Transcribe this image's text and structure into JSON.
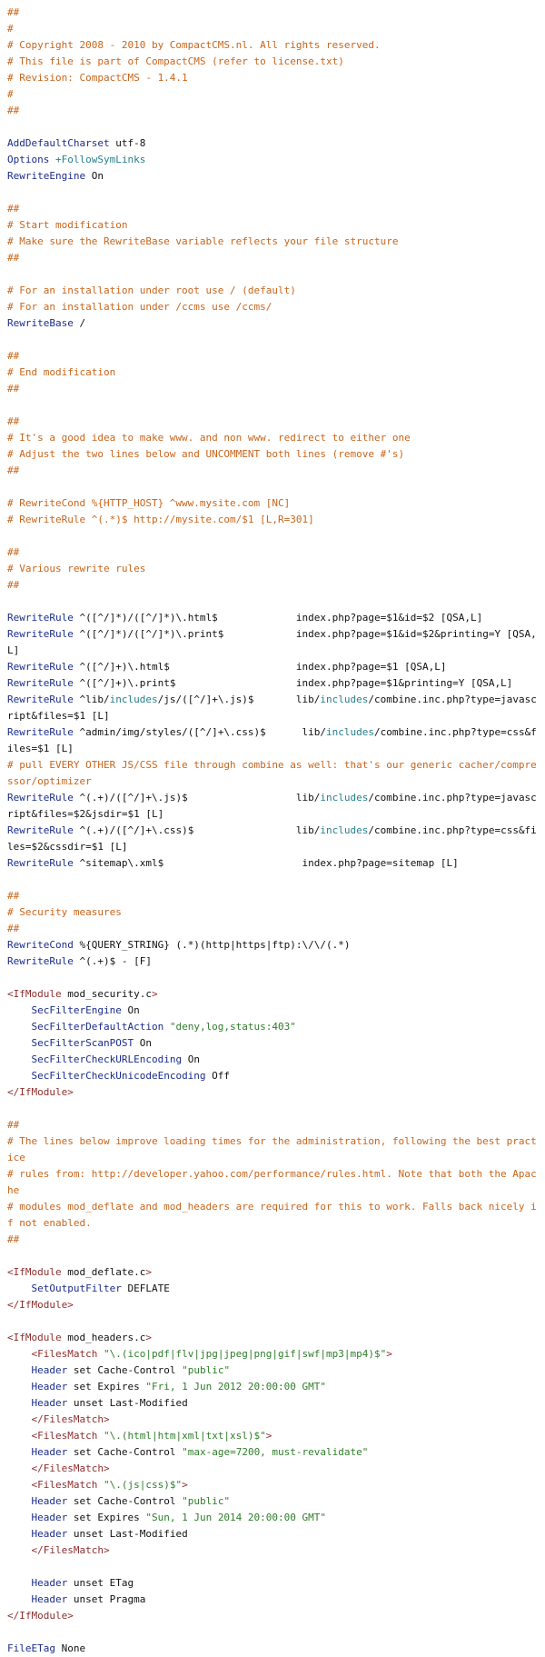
{
  "colors": {
    "background": "#ffffff",
    "text": "#111111",
    "comment": "#c8651b",
    "directive": "#1a2c8c",
    "accent": "#267f8d",
    "tag": "#8e2e2e",
    "string": "#2f7d2a"
  },
  "lines": [
    {
      "name": "comment-line",
      "segments": [
        {
          "c": "cm",
          "t": "##"
        }
      ]
    },
    {
      "name": "comment-line",
      "segments": [
        {
          "c": "cm",
          "t": "#"
        }
      ]
    },
    {
      "name": "comment-line",
      "segments": [
        {
          "c": "cm",
          "t": "# Copyright 2008 - 2010 by CompactCMS.nl. All rights reserved."
        }
      ]
    },
    {
      "name": "comment-line",
      "segments": [
        {
          "c": "cm",
          "t": "# This file is part of CompactCMS (refer to license.txt)"
        }
      ]
    },
    {
      "name": "comment-line",
      "segments": [
        {
          "c": "cm",
          "t": "# Revision: CompactCMS - 1.4.1"
        }
      ]
    },
    {
      "name": "comment-line",
      "segments": [
        {
          "c": "cm",
          "t": "#"
        }
      ]
    },
    {
      "name": "comment-line",
      "segments": [
        {
          "c": "cm",
          "t": "##"
        }
      ]
    },
    {
      "name": "blank-line",
      "segments": []
    },
    {
      "name": "directive-line",
      "segments": [
        {
          "c": "kw",
          "t": "AddDefaultCharset"
        },
        {
          "c": "tx",
          "t": " utf-8"
        }
      ]
    },
    {
      "name": "directive-line",
      "segments": [
        {
          "c": "kw",
          "t": "Options"
        },
        {
          "c": "tx",
          "t": " "
        },
        {
          "c": "ac",
          "t": "+FollowSymLinks"
        }
      ]
    },
    {
      "name": "directive-line",
      "segments": [
        {
          "c": "kw",
          "t": "RewriteEngine"
        },
        {
          "c": "tx",
          "t": " On"
        }
      ]
    },
    {
      "name": "blank-line",
      "segments": []
    },
    {
      "name": "comment-line",
      "segments": [
        {
          "c": "cm",
          "t": "##"
        }
      ]
    },
    {
      "name": "comment-line",
      "segments": [
        {
          "c": "cm",
          "t": "# Start modification"
        }
      ]
    },
    {
      "name": "comment-line",
      "segments": [
        {
          "c": "cm",
          "t": "# Make sure the RewriteBase variable reflects your file structure"
        }
      ]
    },
    {
      "name": "comment-line",
      "segments": [
        {
          "c": "cm",
          "t": "##"
        }
      ]
    },
    {
      "name": "blank-line",
      "segments": []
    },
    {
      "name": "comment-line",
      "segments": [
        {
          "c": "cm",
          "t": "# For an installation under root use / (default)"
        }
      ]
    },
    {
      "name": "comment-line",
      "segments": [
        {
          "c": "cm",
          "t": "# For an installation under /ccms use /ccms/"
        }
      ]
    },
    {
      "name": "directive-line",
      "segments": [
        {
          "c": "kw",
          "t": "RewriteBase"
        },
        {
          "c": "tx",
          "t": " /"
        }
      ]
    },
    {
      "name": "blank-line",
      "segments": []
    },
    {
      "name": "comment-line",
      "segments": [
        {
          "c": "cm",
          "t": "##"
        }
      ]
    },
    {
      "name": "comment-line",
      "segments": [
        {
          "c": "cm",
          "t": "# End modification"
        }
      ]
    },
    {
      "name": "comment-line",
      "segments": [
        {
          "c": "cm",
          "t": "##"
        }
      ]
    },
    {
      "name": "blank-line",
      "segments": []
    },
    {
      "name": "comment-line",
      "segments": [
        {
          "c": "cm",
          "t": "##"
        }
      ]
    },
    {
      "name": "comment-line",
      "segments": [
        {
          "c": "cm",
          "t": "# It's a good idea to make www. and non www. redirect to either one"
        }
      ]
    },
    {
      "name": "comment-line",
      "segments": [
        {
          "c": "cm",
          "t": "# Adjust the two lines below and UNCOMMENT both lines (remove #'s)"
        }
      ]
    },
    {
      "name": "comment-line",
      "segments": [
        {
          "c": "cm",
          "t": "##"
        }
      ]
    },
    {
      "name": "blank-line",
      "segments": []
    },
    {
      "name": "comment-line",
      "segments": [
        {
          "c": "cm",
          "t": "# RewriteCond %{HTTP_HOST} ^www.mysite.com [NC]"
        }
      ]
    },
    {
      "name": "comment-line",
      "segments": [
        {
          "c": "cm",
          "t": "# RewriteRule ^(.*)$ http://mysite.com/$1 [L,R=301]"
        }
      ]
    },
    {
      "name": "blank-line",
      "segments": []
    },
    {
      "name": "comment-line",
      "segments": [
        {
          "c": "cm",
          "t": "##"
        }
      ]
    },
    {
      "name": "comment-line",
      "segments": [
        {
          "c": "cm",
          "t": "# Various rewrite rules"
        }
      ]
    },
    {
      "name": "comment-line",
      "segments": [
        {
          "c": "cm",
          "t": "##"
        }
      ]
    },
    {
      "name": "blank-line",
      "segments": []
    },
    {
      "name": "directive-line",
      "segments": [
        {
          "c": "kw",
          "t": "RewriteRule"
        },
        {
          "c": "tx",
          "t": " ^([^/]*)/([^/]*)\\.html$             index.php?page=$1&id=$2 [QSA,L]"
        }
      ]
    },
    {
      "name": "directive-line",
      "segments": [
        {
          "c": "kw",
          "t": "RewriteRule"
        },
        {
          "c": "tx",
          "t": " ^([^/]*)/([^/]*)\\.print$            index.php?page=$1&id=$2&printing=Y [QSA,L]"
        }
      ]
    },
    {
      "name": "directive-line",
      "segments": [
        {
          "c": "kw",
          "t": "RewriteRule"
        },
        {
          "c": "tx",
          "t": " ^([^/]+)\\.html$                     index.php?page=$1 [QSA,L]"
        }
      ]
    },
    {
      "name": "directive-line",
      "segments": [
        {
          "c": "kw",
          "t": "RewriteRule"
        },
        {
          "c": "tx",
          "t": " ^([^/]+)\\.print$                    index.php?page=$1&printing=Y [QSA,L]"
        }
      ]
    },
    {
      "name": "directive-line",
      "segments": [
        {
          "c": "kw",
          "t": "RewriteRule"
        },
        {
          "c": "tx",
          "t": " ^lib/"
        },
        {
          "c": "ac",
          "t": "includes"
        },
        {
          "c": "tx",
          "t": "/js/([^/]+\\.js)$       lib/"
        },
        {
          "c": "ac",
          "t": "includes"
        },
        {
          "c": "tx",
          "t": "/combine.inc.php?type=javascript&files=$1 [L]"
        }
      ]
    },
    {
      "name": "directive-line",
      "segments": [
        {
          "c": "kw",
          "t": "RewriteRule"
        },
        {
          "c": "tx",
          "t": " ^admin/img/styles/([^/]+\\.css)$      lib/"
        },
        {
          "c": "ac",
          "t": "includes"
        },
        {
          "c": "tx",
          "t": "/combine.inc.php?type=css&files=$1 [L]"
        }
      ]
    },
    {
      "name": "comment-line",
      "segments": [
        {
          "c": "cm",
          "t": "# pull EVERY OTHER JS/CSS file through combine as well: that's our generic cacher/compressor/optimizer"
        }
      ]
    },
    {
      "name": "directive-line",
      "segments": [
        {
          "c": "kw",
          "t": "RewriteRule"
        },
        {
          "c": "tx",
          "t": " ^(.+)/([^/]+\\.js)$                  lib/"
        },
        {
          "c": "ac",
          "t": "includes"
        },
        {
          "c": "tx",
          "t": "/combine.inc.php?type=javascript&files=$2&jsdir=$1 [L]"
        }
      ]
    },
    {
      "name": "directive-line",
      "segments": [
        {
          "c": "kw",
          "t": "RewriteRule"
        },
        {
          "c": "tx",
          "t": " ^(.+)/([^/]+\\.css)$                 lib/"
        },
        {
          "c": "ac",
          "t": "includes"
        },
        {
          "c": "tx",
          "t": "/combine.inc.php?type=css&files=$2&cssdir=$1 [L]"
        }
      ]
    },
    {
      "name": "directive-line",
      "segments": [
        {
          "c": "kw",
          "t": "RewriteRule"
        },
        {
          "c": "tx",
          "t": " ^sitemap\\.xml$                       index.php?page=sitemap [L]"
        }
      ]
    },
    {
      "name": "blank-line",
      "segments": []
    },
    {
      "name": "comment-line",
      "segments": [
        {
          "c": "cm",
          "t": "##"
        }
      ]
    },
    {
      "name": "comment-line",
      "segments": [
        {
          "c": "cm",
          "t": "# Security measures"
        }
      ]
    },
    {
      "name": "comment-line",
      "segments": [
        {
          "c": "cm",
          "t": "##"
        }
      ]
    },
    {
      "name": "directive-line",
      "segments": [
        {
          "c": "kw",
          "t": "RewriteCond"
        },
        {
          "c": "tx",
          "t": " %{QUERY_STRING} (.*)(http|https|ftp):\\/\\/(.*)"
        }
      ]
    },
    {
      "name": "directive-line",
      "segments": [
        {
          "c": "kw",
          "t": "RewriteRule"
        },
        {
          "c": "tx",
          "t": " ^(.+)$ - [F]"
        }
      ]
    },
    {
      "name": "blank-line",
      "segments": []
    },
    {
      "name": "tag-line",
      "segments": [
        {
          "c": "tg",
          "t": "<IfModule"
        },
        {
          "c": "tx",
          "t": " mod_security.c"
        },
        {
          "c": "tg",
          "t": ">"
        }
      ]
    },
    {
      "name": "directive-line",
      "segments": [
        {
          "c": "tx",
          "t": "    "
        },
        {
          "c": "kw",
          "t": "SecFilterEngine"
        },
        {
          "c": "tx",
          "t": " On"
        }
      ]
    },
    {
      "name": "directive-line",
      "segments": [
        {
          "c": "tx",
          "t": "    "
        },
        {
          "c": "kw",
          "t": "SecFilterDefaultAction"
        },
        {
          "c": "tx",
          "t": " "
        },
        {
          "c": "st",
          "t": "\"deny,log,status:403\""
        }
      ]
    },
    {
      "name": "directive-line",
      "segments": [
        {
          "c": "tx",
          "t": "    "
        },
        {
          "c": "kw",
          "t": "SecFilterScanPOST"
        },
        {
          "c": "tx",
          "t": " On"
        }
      ]
    },
    {
      "name": "directive-line",
      "segments": [
        {
          "c": "tx",
          "t": "    "
        },
        {
          "c": "kw",
          "t": "SecFilterCheckURLEncoding"
        },
        {
          "c": "tx",
          "t": " On"
        }
      ]
    },
    {
      "name": "directive-line",
      "segments": [
        {
          "c": "tx",
          "t": "    "
        },
        {
          "c": "kw",
          "t": "SecFilterCheckUnicodeEncoding"
        },
        {
          "c": "tx",
          "t": " Off"
        }
      ]
    },
    {
      "name": "tag-line",
      "segments": [
        {
          "c": "tg",
          "t": "</IfModule>"
        }
      ]
    },
    {
      "name": "blank-line",
      "segments": []
    },
    {
      "name": "comment-line",
      "segments": [
        {
          "c": "cm",
          "t": "##"
        }
      ]
    },
    {
      "name": "comment-line",
      "segments": [
        {
          "c": "cm",
          "t": "# The lines below improve loading times for the administration, following the best practice"
        }
      ]
    },
    {
      "name": "comment-line",
      "segments": [
        {
          "c": "cm",
          "t": "# rules from: http://developer.yahoo.com/performance/rules.html. Note that both the Apache"
        }
      ]
    },
    {
      "name": "comment-line",
      "segments": [
        {
          "c": "cm",
          "t": "# modules mod_deflate and mod_headers are required for this to work. Falls back nicely if not enabled."
        }
      ]
    },
    {
      "name": "comment-line",
      "segments": [
        {
          "c": "cm",
          "t": "##"
        }
      ]
    },
    {
      "name": "blank-line",
      "segments": []
    },
    {
      "name": "tag-line",
      "segments": [
        {
          "c": "tg",
          "t": "<IfModule"
        },
        {
          "c": "tx",
          "t": " mod_deflate.c"
        },
        {
          "c": "tg",
          "t": ">"
        }
      ]
    },
    {
      "name": "directive-line",
      "segments": [
        {
          "c": "tx",
          "t": "    "
        },
        {
          "c": "kw",
          "t": "SetOutputFilter"
        },
        {
          "c": "tx",
          "t": " DEFLATE"
        }
      ]
    },
    {
      "name": "tag-line",
      "segments": [
        {
          "c": "tg",
          "t": "</IfModule>"
        }
      ]
    },
    {
      "name": "blank-line",
      "segments": []
    },
    {
      "name": "tag-line",
      "segments": [
        {
          "c": "tg",
          "t": "<IfModule"
        },
        {
          "c": "tx",
          "t": " mod_headers.c"
        },
        {
          "c": "tg",
          "t": ">"
        }
      ]
    },
    {
      "name": "tag-line",
      "segments": [
        {
          "c": "tx",
          "t": "    "
        },
        {
          "c": "tg",
          "t": "<FilesMatch"
        },
        {
          "c": "tx",
          "t": " "
        },
        {
          "c": "st",
          "t": "\"\\.(ico|pdf|flv|jpg|jpeg|png|gif|swf|mp3|mp4)$\""
        },
        {
          "c": "tg",
          "t": ">"
        }
      ]
    },
    {
      "name": "directive-line",
      "segments": [
        {
          "c": "tx",
          "t": "    "
        },
        {
          "c": "kw",
          "t": "Header"
        },
        {
          "c": "tx",
          "t": " set Cache-Control "
        },
        {
          "c": "st",
          "t": "\"public\""
        }
      ]
    },
    {
      "name": "directive-line",
      "segments": [
        {
          "c": "tx",
          "t": "    "
        },
        {
          "c": "kw",
          "t": "Header"
        },
        {
          "c": "tx",
          "t": " set Expires "
        },
        {
          "c": "st",
          "t": "\"Fri, 1 Jun 2012 20:00:00 GMT\""
        }
      ]
    },
    {
      "name": "directive-line",
      "segments": [
        {
          "c": "tx",
          "t": "    "
        },
        {
          "c": "kw",
          "t": "Header"
        },
        {
          "c": "tx",
          "t": " unset Last-Modified"
        }
      ]
    },
    {
      "name": "tag-line",
      "segments": [
        {
          "c": "tx",
          "t": "    "
        },
        {
          "c": "tg",
          "t": "</FilesMatch>"
        }
      ]
    },
    {
      "name": "tag-line",
      "segments": [
        {
          "c": "tx",
          "t": "    "
        },
        {
          "c": "tg",
          "t": "<FilesMatch"
        },
        {
          "c": "tx",
          "t": " "
        },
        {
          "c": "st",
          "t": "\"\\.(html|htm|xml|txt|xsl)$\""
        },
        {
          "c": "tg",
          "t": ">"
        }
      ]
    },
    {
      "name": "directive-line",
      "segments": [
        {
          "c": "tx",
          "t": "    "
        },
        {
          "c": "kw",
          "t": "Header"
        },
        {
          "c": "tx",
          "t": " set Cache-Control "
        },
        {
          "c": "st",
          "t": "\"max-age=7200, must-revalidate\""
        }
      ]
    },
    {
      "name": "tag-line",
      "segments": [
        {
          "c": "tx",
          "t": "    "
        },
        {
          "c": "tg",
          "t": "</FilesMatch>"
        }
      ]
    },
    {
      "name": "tag-line",
      "segments": [
        {
          "c": "tx",
          "t": "    "
        },
        {
          "c": "tg",
          "t": "<FilesMatch"
        },
        {
          "c": "tx",
          "t": " "
        },
        {
          "c": "st",
          "t": "\"\\.(js|css)$\""
        },
        {
          "c": "tg",
          "t": ">"
        }
      ]
    },
    {
      "name": "directive-line",
      "segments": [
        {
          "c": "tx",
          "t": "    "
        },
        {
          "c": "kw",
          "t": "Header"
        },
        {
          "c": "tx",
          "t": " set Cache-Control "
        },
        {
          "c": "st",
          "t": "\"public\""
        }
      ]
    },
    {
      "name": "directive-line",
      "segments": [
        {
          "c": "tx",
          "t": "    "
        },
        {
          "c": "kw",
          "t": "Header"
        },
        {
          "c": "tx",
          "t": " set Expires "
        },
        {
          "c": "st",
          "t": "\"Sun, 1 Jun 2014 20:00:00 GMT\""
        }
      ]
    },
    {
      "name": "directive-line",
      "segments": [
        {
          "c": "tx",
          "t": "    "
        },
        {
          "c": "kw",
          "t": "Header"
        },
        {
          "c": "tx",
          "t": " unset Last-Modified"
        }
      ]
    },
    {
      "name": "tag-line",
      "segments": [
        {
          "c": "tx",
          "t": "    "
        },
        {
          "c": "tg",
          "t": "</FilesMatch>"
        }
      ]
    },
    {
      "name": "blank-line",
      "segments": []
    },
    {
      "name": "directive-line",
      "segments": [
        {
          "c": "tx",
          "t": "    "
        },
        {
          "c": "kw",
          "t": "Header"
        },
        {
          "c": "tx",
          "t": " unset ETag"
        }
      ]
    },
    {
      "name": "directive-line",
      "segments": [
        {
          "c": "tx",
          "t": "    "
        },
        {
          "c": "kw",
          "t": "Header"
        },
        {
          "c": "tx",
          "t": " unset Pragma"
        }
      ]
    },
    {
      "name": "tag-line",
      "segments": [
        {
          "c": "tg",
          "t": "</IfModule>"
        }
      ]
    },
    {
      "name": "blank-line",
      "segments": []
    },
    {
      "name": "directive-line",
      "segments": [
        {
          "c": "kw",
          "t": "FileETag"
        },
        {
          "c": "tx",
          "t": " None"
        }
      ]
    }
  ]
}
